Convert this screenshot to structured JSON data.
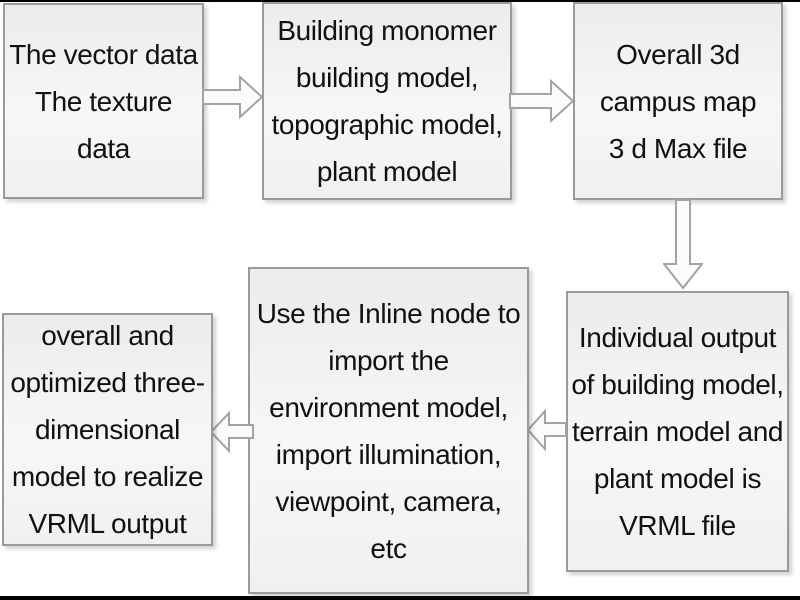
{
  "flowchart": {
    "colors": {
      "page_bg": "#ffffff",
      "frame_bar": "#000000",
      "box_fill_top": "#ececec",
      "box_fill_bottom": "#f7f7f7",
      "box_border": "#9a9a9a",
      "arrow_fill": "#fbfbfb",
      "arrow_stroke": "#a3a3a3",
      "text": "#111111"
    },
    "nodes": [
      {
        "id": "input-data",
        "text": "The vector data\nThe texture\ndata"
      },
      {
        "id": "modeling",
        "text": "Building monomer\nbuilding model,\ntopographic model,\nplant model"
      },
      {
        "id": "campus-map",
        "text": "Overall 3d\ncampus map\n3 d Max file"
      },
      {
        "id": "individual-output",
        "text": "Individual output\nof building model,\nterrain model and\nplant model is\nVRML file"
      },
      {
        "id": "inline-import",
        "text": "Use the Inline node to\nimport the\nenvironment model,\nimport illumination,\nviewpoint, camera,\netc"
      },
      {
        "id": "optimized-output",
        "text": "overall and\noptimized three-\ndimensional\nmodel to realize\nVRML output"
      }
    ],
    "connections": [
      {
        "from": "input-data",
        "to": "modeling",
        "direction": "right"
      },
      {
        "from": "modeling",
        "to": "campus-map",
        "direction": "right"
      },
      {
        "from": "campus-map",
        "to": "individual-output",
        "direction": "down"
      },
      {
        "from": "individual-output",
        "to": "inline-import",
        "direction": "left"
      },
      {
        "from": "inline-import",
        "to": "optimized-output",
        "direction": "left"
      }
    ]
  }
}
